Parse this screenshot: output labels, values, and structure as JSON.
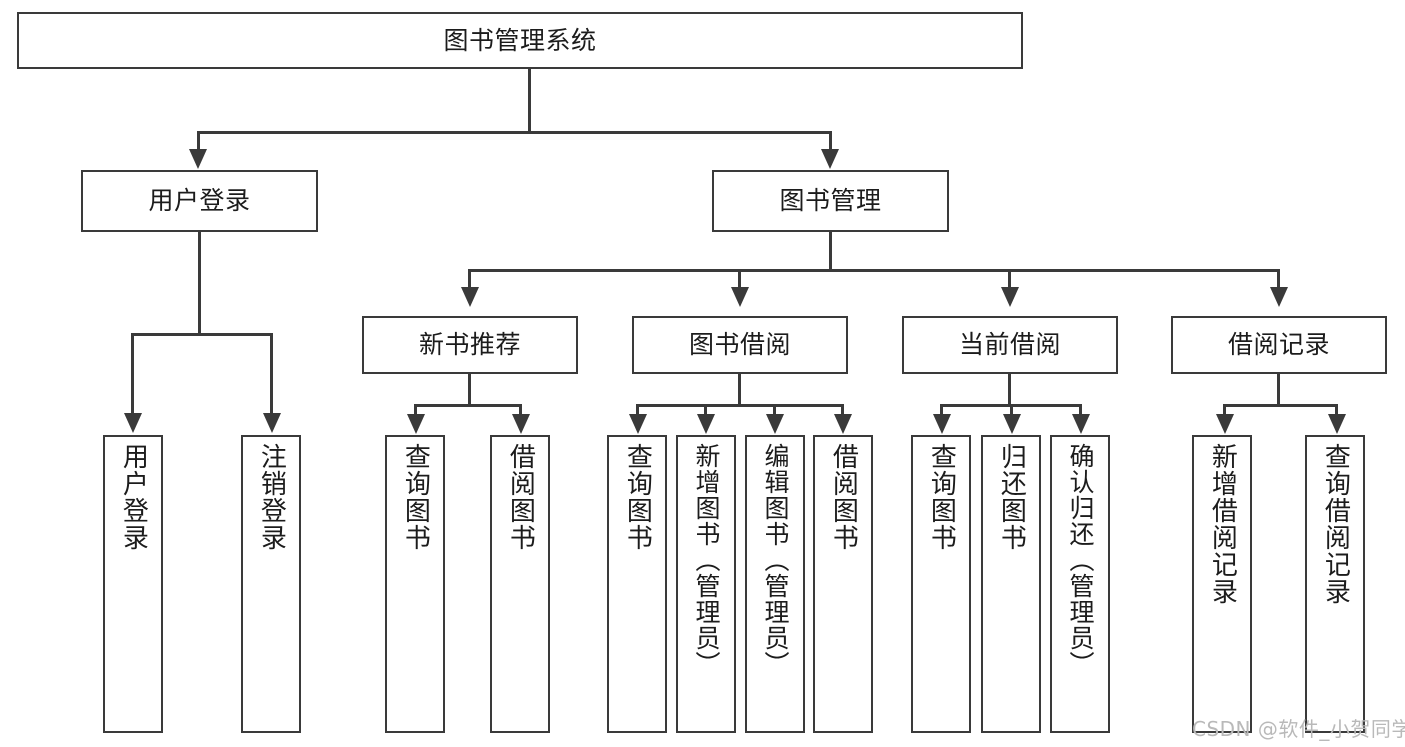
{
  "diagram": {
    "type": "tree-hierarchy-chart",
    "title": "图书管理系统",
    "line_color": "#3a3a3a",
    "box_fill": "#ffffff",
    "text_color": "#1c1c1c",
    "levels": {
      "root": {
        "label": "图书管理系统"
      },
      "level2": [
        {
          "label": "用户登录"
        },
        {
          "label": "图书管理"
        }
      ],
      "level3": [
        {
          "label": "新书推荐"
        },
        {
          "label": "图书借阅"
        },
        {
          "label": "当前借阅"
        },
        {
          "label": "借阅记录"
        }
      ],
      "leaves": {
        "user_login": [
          {
            "label": "用户登录"
          },
          {
            "label": "注销登录"
          }
        ],
        "new_book_recommend": [
          {
            "label": "查询图书"
          },
          {
            "label": "借阅图书"
          }
        ],
        "book_borrow": [
          {
            "label": "查询图书"
          },
          {
            "label": "新增图书（管理员）"
          },
          {
            "label": "编辑图书（管理员）"
          },
          {
            "label": "借阅图书"
          }
        ],
        "current_borrow": [
          {
            "label": "查询图书"
          },
          {
            "label": "归还图书"
          },
          {
            "label": "确认归还（管理员）"
          }
        ],
        "borrow_record": [
          {
            "label": "新增借阅记录"
          },
          {
            "label": "查询借阅记录"
          }
        ]
      }
    }
  },
  "watermark": {
    "text": "CSDN @软件_小贺同学"
  }
}
